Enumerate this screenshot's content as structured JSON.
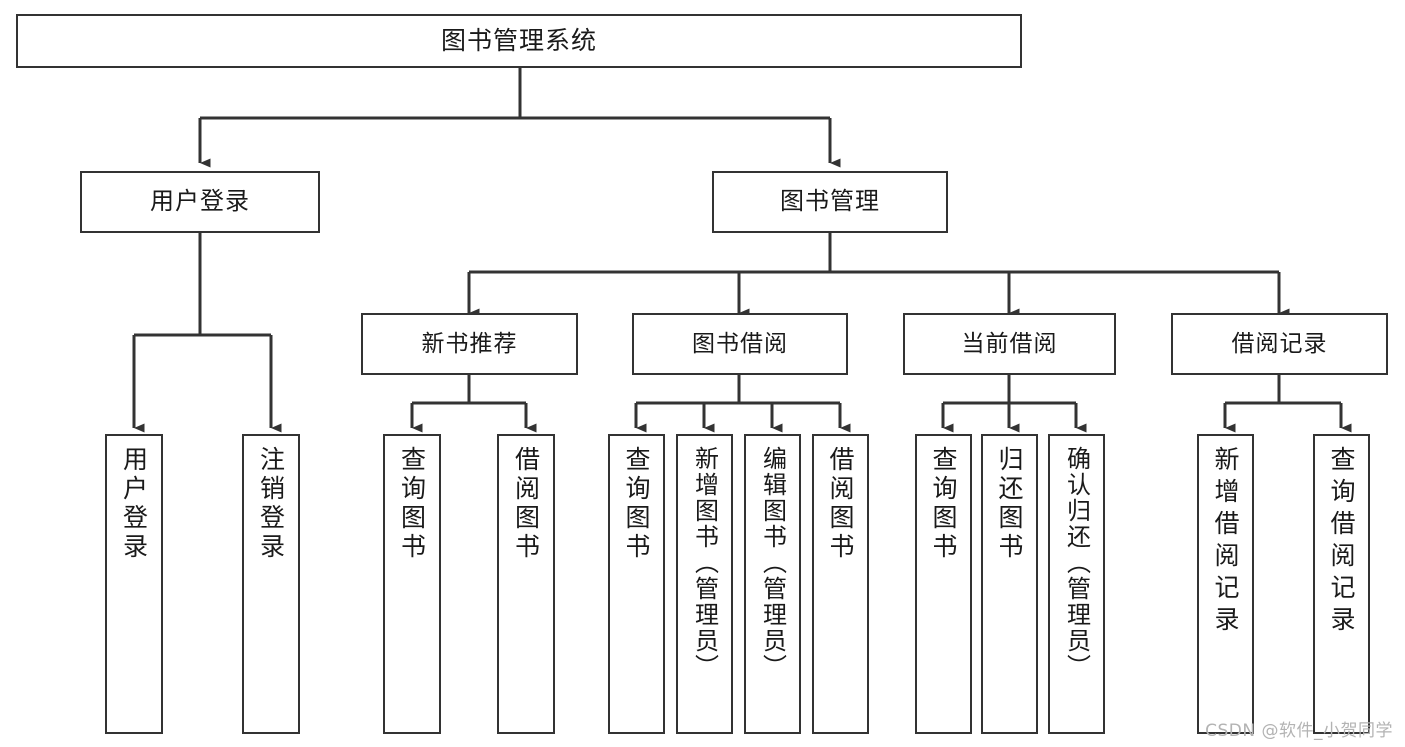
{
  "diagram": {
    "title": "图书管理系统",
    "type": "tree-hierarchy-chart",
    "watermark": "CSDN @软件_小贺同学",
    "colors": {
      "box_border": "#333333",
      "box_fill": "#ffffff",
      "connector": "#333333",
      "text": "#1a1a1a",
      "watermark": "#b3b3b3"
    },
    "root": {
      "label": "图书管理系统"
    },
    "level2": [
      {
        "id": "user-login",
        "label": "用户登录"
      },
      {
        "id": "book-management",
        "label": "图书管理"
      }
    ],
    "level3": [
      {
        "id": "new-book-recommend",
        "label": "新书推荐"
      },
      {
        "id": "book-borrow",
        "label": "图书借阅"
      },
      {
        "id": "current-borrow",
        "label": "当前借阅"
      },
      {
        "id": "borrow-record",
        "label": "借阅记录"
      }
    ],
    "leaves": {
      "user_login": [
        {
          "id": "leaf-user-login",
          "label": "用户登录"
        },
        {
          "id": "leaf-logout-login",
          "label": "注销登录"
        }
      ],
      "new_book_recommend": [
        {
          "id": "leaf-query-book-1",
          "label": "查询图书"
        },
        {
          "id": "leaf-borrow-book-1",
          "label": "借阅图书"
        }
      ],
      "book_borrow": [
        {
          "id": "leaf-query-book-2",
          "label": "查询图书"
        },
        {
          "id": "leaf-add-book",
          "label": "新增图书（管理员）"
        },
        {
          "id": "leaf-edit-book",
          "label": "编辑图书（管理员）"
        },
        {
          "id": "leaf-borrow-book-2",
          "label": "借阅图书"
        }
      ],
      "current_borrow": [
        {
          "id": "leaf-query-book-3",
          "label": "查询图书"
        },
        {
          "id": "leaf-return-book",
          "label": "归还图书"
        },
        {
          "id": "leaf-confirm-return",
          "label": "确认归还（管理员）"
        }
      ],
      "borrow_record": [
        {
          "id": "leaf-add-record",
          "label": "新增借阅记录"
        },
        {
          "id": "leaf-query-record",
          "label": "查询借阅记录"
        }
      ]
    }
  }
}
